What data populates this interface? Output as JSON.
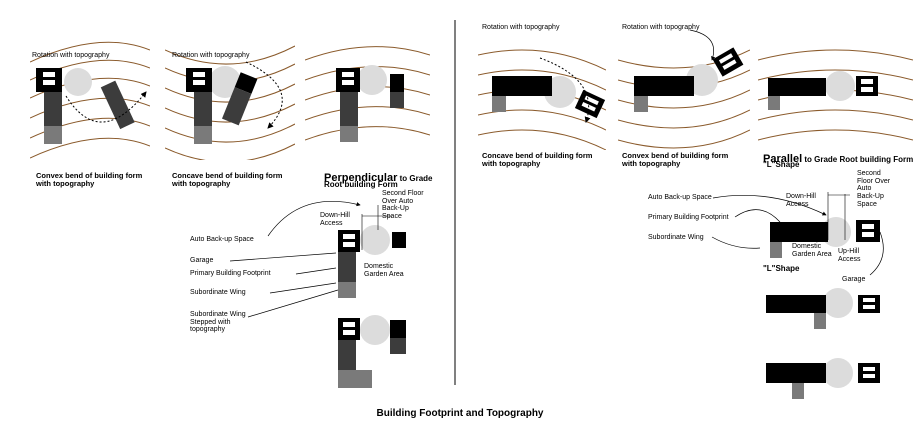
{
  "title": "Building Footprint and Topography",
  "left": {
    "rotation_label_1": "Rotation with topography",
    "rotation_label_2": "Rotation with topography",
    "caption_convex": "Convex bend of building form\nwith topography",
    "caption_concave": "Concave bend of building form\nwith topography",
    "perp_big": "Perpendicular",
    "perp_rest": " to Grade",
    "perp_line2": "Root building Form",
    "annot": {
      "downhill": "Down-Hill\nAccess",
      "second_floor": "Second Floor\nOver Auto\nBack-Up\nSpace",
      "auto_backup": "Auto Back-up Space",
      "garage": "Garage",
      "primary": "Primary Building Footprint",
      "domestic": "Domestic\nGarden Area",
      "subordinate": "Subordinate Wing",
      "subordinate_stepped": "Subordinate Wing\nStepped with\ntopography"
    }
  },
  "right": {
    "rotation_label_1": "Rotation with topography",
    "rotation_label_2": "Rotation with topography",
    "caption_concave": "Concave bend of building form\nwith topography",
    "caption_convex": "Convex bend of building form\nwith topography",
    "par_big": "Parallel",
    "par_rest": " to Grade Root building Form",
    "par_line2": "\"L\"Shape",
    "annot": {
      "second_floor": "Second\nFloor Over\nAuto\nBack-Up\nSpace",
      "auto_backup": "Auto Back-up Space",
      "downhill": "Down-Hill\nAccess",
      "primary": "Primary Building Footprint",
      "subordinate": "Subordinate Wing",
      "domestic": "Domestic\nGarden Area",
      "uphill": "Up-Hill\nAccess",
      "lshape": "\"L\"Shape",
      "garage": "Garage"
    }
  },
  "colors": {
    "contour": "#8a5a2b",
    "black": "#000000",
    "dark_gray": "#3c3c3c",
    "mid_gray": "#7a7a7a",
    "light_gray": "#dcdcdc"
  }
}
